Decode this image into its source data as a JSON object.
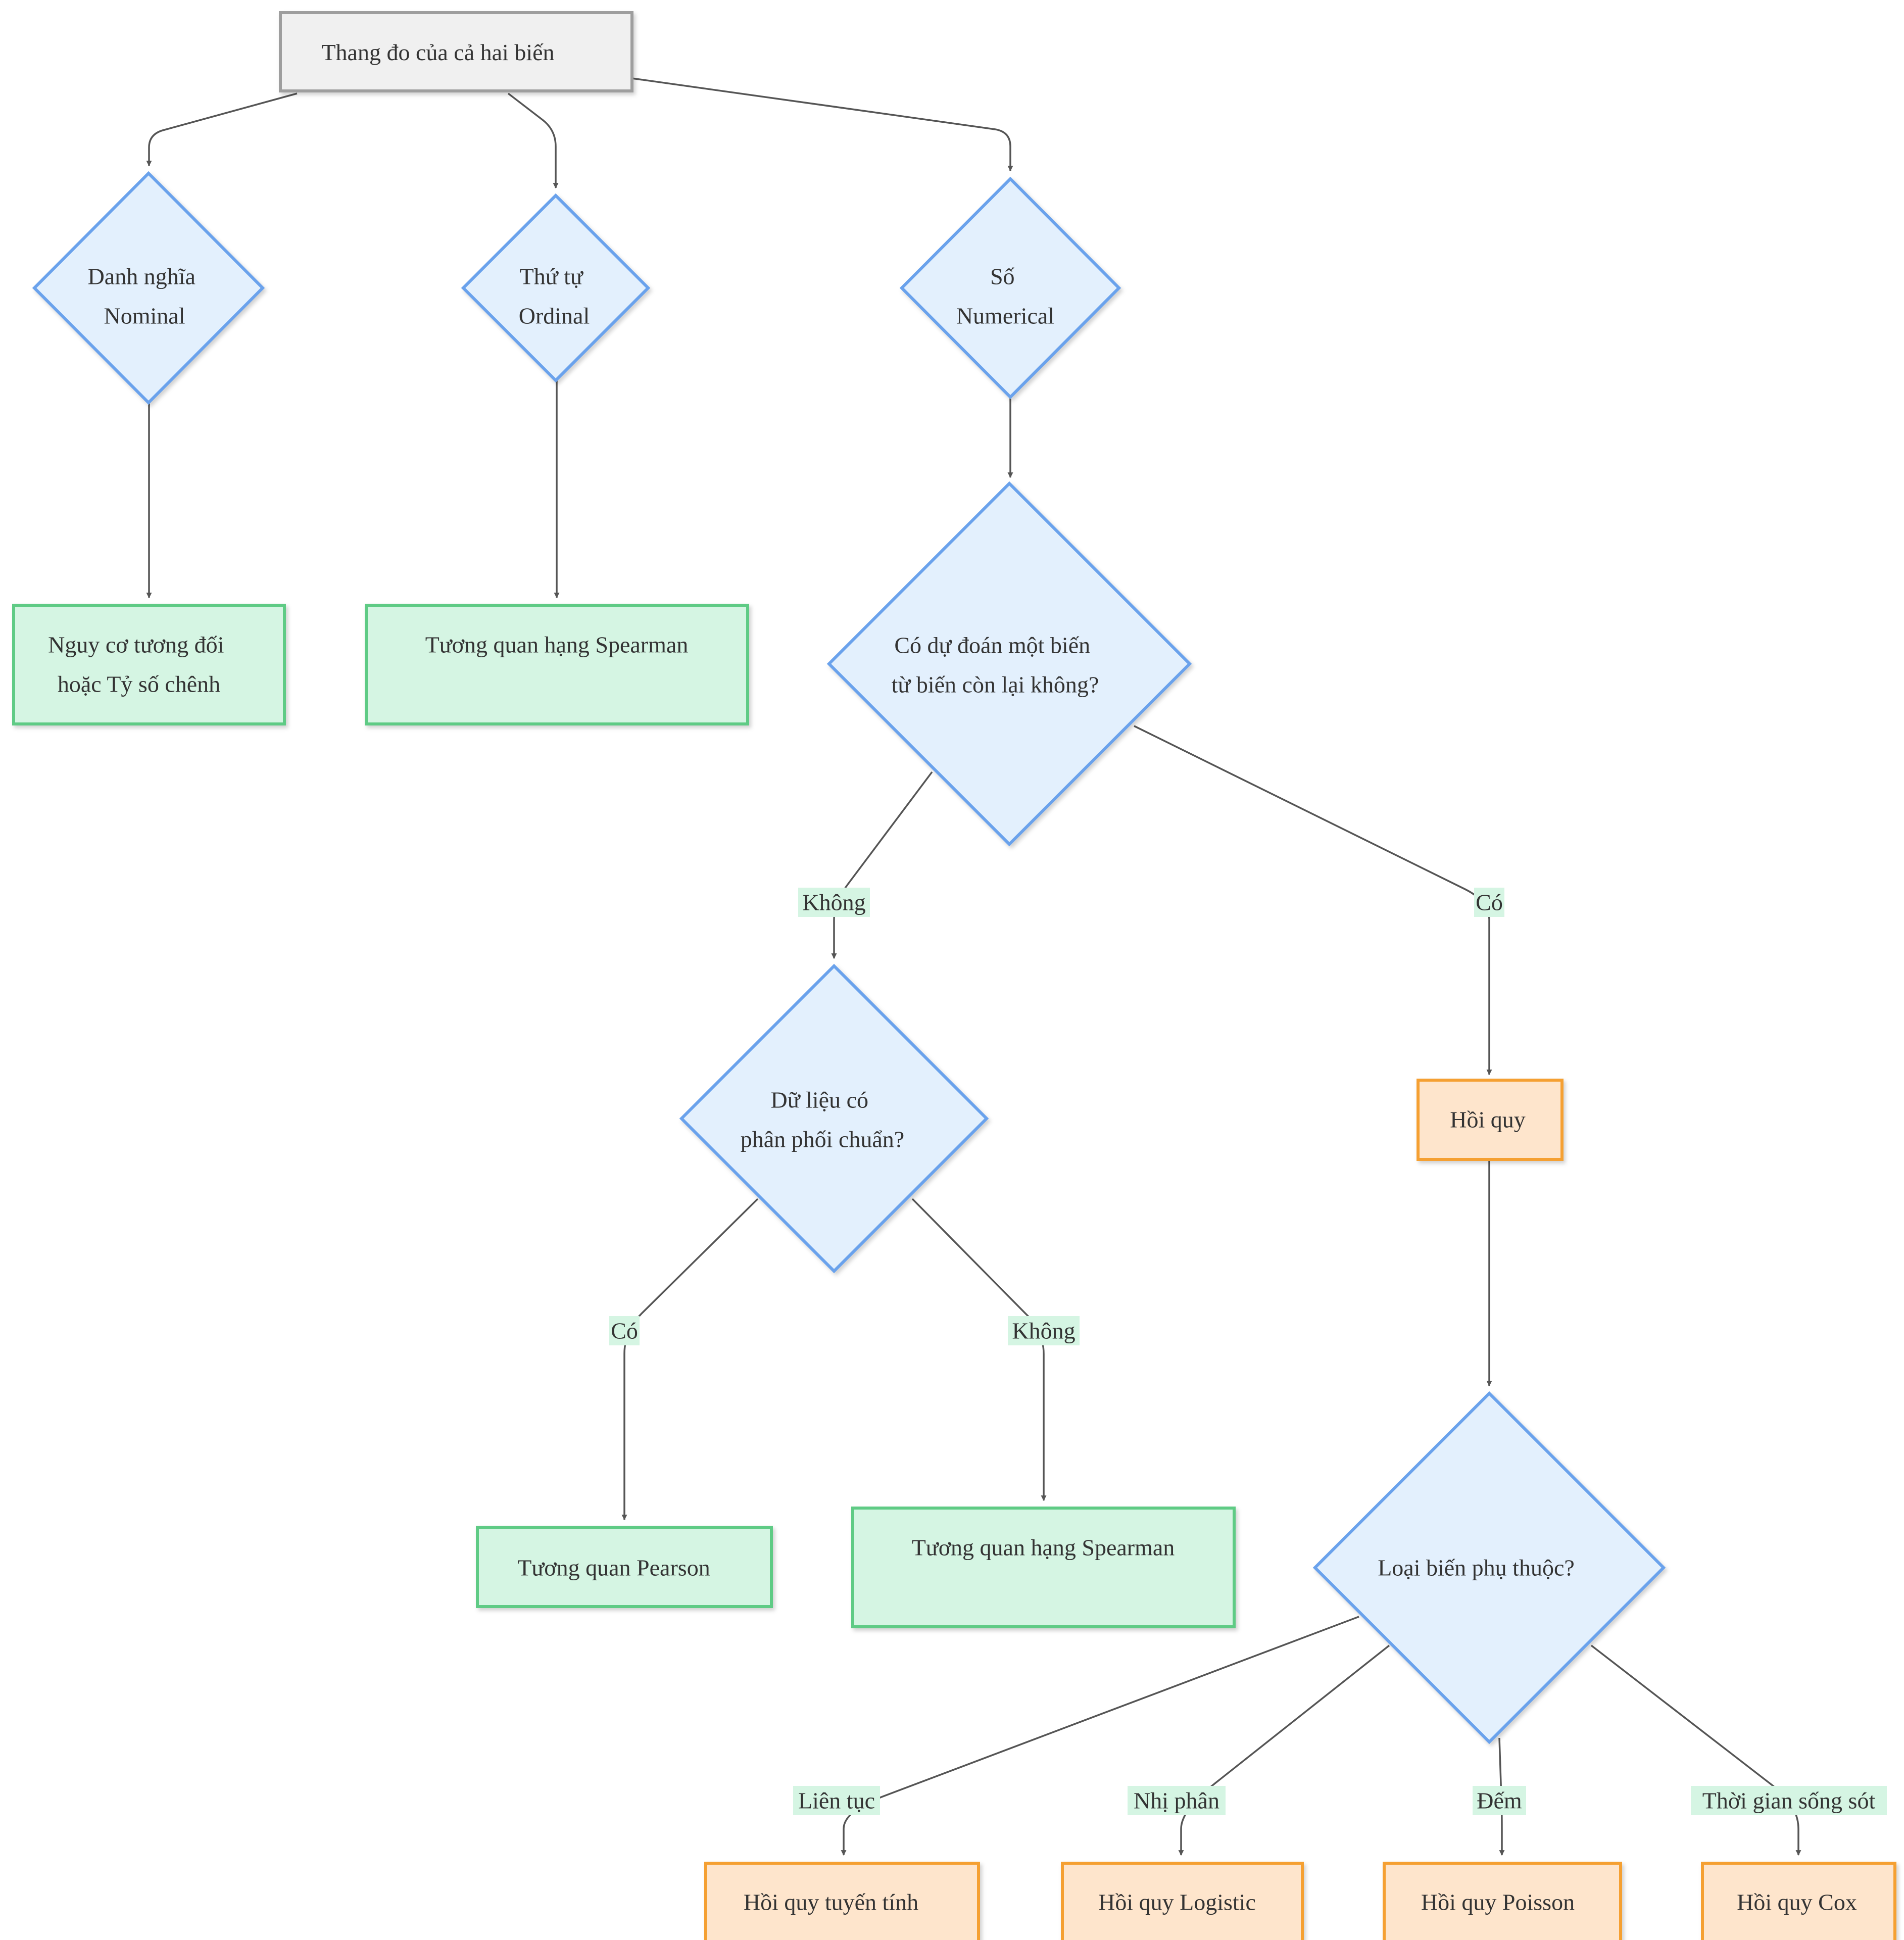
{
  "nodes": {
    "start": {
      "lines": [
        "Thang đo của cả hai biến"
      ]
    },
    "nominal": {
      "lines": [
        "Danh nghĩa",
        "Nominal"
      ]
    },
    "ordinal": {
      "lines": [
        "Thứ tự",
        "Ordinal"
      ]
    },
    "numerical": {
      "lines": [
        "Số",
        "Numerical"
      ]
    },
    "relative_risk": {
      "lines": [
        "Nguy cơ tương đối",
        "hoặc Tỷ số chênh"
      ]
    },
    "spearman_1": {
      "lines": [
        "Tương quan hạng Spearman"
      ]
    },
    "predict": {
      "lines": [
        "Có dự đoán một biến",
        "từ biến còn lại không?"
      ]
    },
    "normal": {
      "lines": [
        "Dữ liệu có",
        "phân phối chuẩn?"
      ]
    },
    "regression": {
      "lines": [
        "Hồi quy"
      ]
    },
    "pearson": {
      "lines": [
        "Tương quan Pearson"
      ]
    },
    "spearman_2": {
      "lines": [
        "Tương quan hạng Spearman"
      ]
    },
    "dependent_type": {
      "lines": [
        "Loại biến phụ thuộc?"
      ]
    },
    "linear": {
      "lines": [
        "Hồi quy tuyến tính"
      ]
    },
    "logistic": {
      "lines": [
        "Hồi quy Logistic"
      ]
    },
    "poisson": {
      "lines": [
        "Hồi quy Poisson"
      ]
    },
    "cox": {
      "lines": [
        "Hồi quy Cox"
      ]
    }
  },
  "edge_labels": {
    "predict_no": "Không",
    "predict_yes": "Có",
    "normal_yes": "Có",
    "normal_no": "Không",
    "continuous": "Liên tục",
    "binary": "Nhị phân",
    "count": "Đếm",
    "survival": "Thời gian sống sót"
  }
}
